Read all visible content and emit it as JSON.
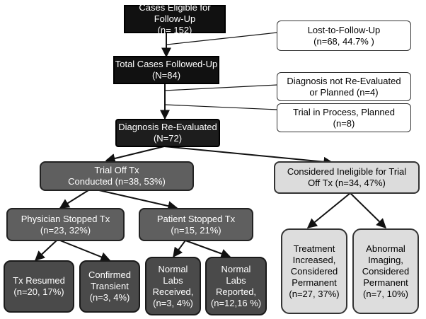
{
  "boxes": {
    "eligible": {
      "line1": "Cases Eligible for Follow-Up",
      "line2": "(n= 152)"
    },
    "lost": {
      "line1": "Lost-to-Follow-Up",
      "line2": "(n=68, 44.7% )"
    },
    "followed": {
      "line1": "Total Cases Followed-Up",
      "line2": "(N=84)"
    },
    "not_reevaluated": {
      "line1": "Diagnosis not Re-Evaluated",
      "line2": "or Planned (n=4)"
    },
    "trial_process": {
      "line1": "Trial in Process, Planned",
      "line2": "(n=8)"
    },
    "reevaluated": {
      "line1": "Diagnosis Re-Evaluated",
      "line2": "(N=72)"
    },
    "trial_off": {
      "line1": "Trial Off Tx",
      "line2": "Conducted (n=38, 53%)"
    },
    "ineligible": {
      "line1": "Considered Ineligible for Trial",
      "line2": "Off Tx (n=34, 47%)"
    },
    "physician": {
      "line1": "Physician Stopped Tx",
      "line2": "(n=23, 32%)"
    },
    "patient": {
      "line1": "Patient Stopped Tx",
      "line2": "(n=15, 21%)"
    },
    "tx_resumed": {
      "line1": "Tx Resumed",
      "line2": "(n=20, 17%)"
    },
    "confirmed": {
      "line1": "Confirmed",
      "line2": "Transient",
      "line3": "(n=3, 4%)"
    },
    "labs_received": {
      "line1": "Normal",
      "line2": "Labs",
      "line3": "Received,",
      "line4": "(n=3, 4%)"
    },
    "labs_reported": {
      "line1": "Normal",
      "line2": "Labs",
      "line3": "Reported,",
      "line4": "(n=12,16 %)"
    },
    "treatment_increased": {
      "line1": "Treatment",
      "line2": "Increased,",
      "line3": "Considered",
      "line4": "Permanent",
      "line5": "(n=27, 37%)"
    },
    "abnormal_imaging": {
      "line1": "Abnormal",
      "line2": "Imaging,",
      "line3": "Considered",
      "line4": "Permanent",
      "line5": "(n=7, 10%)"
    }
  }
}
